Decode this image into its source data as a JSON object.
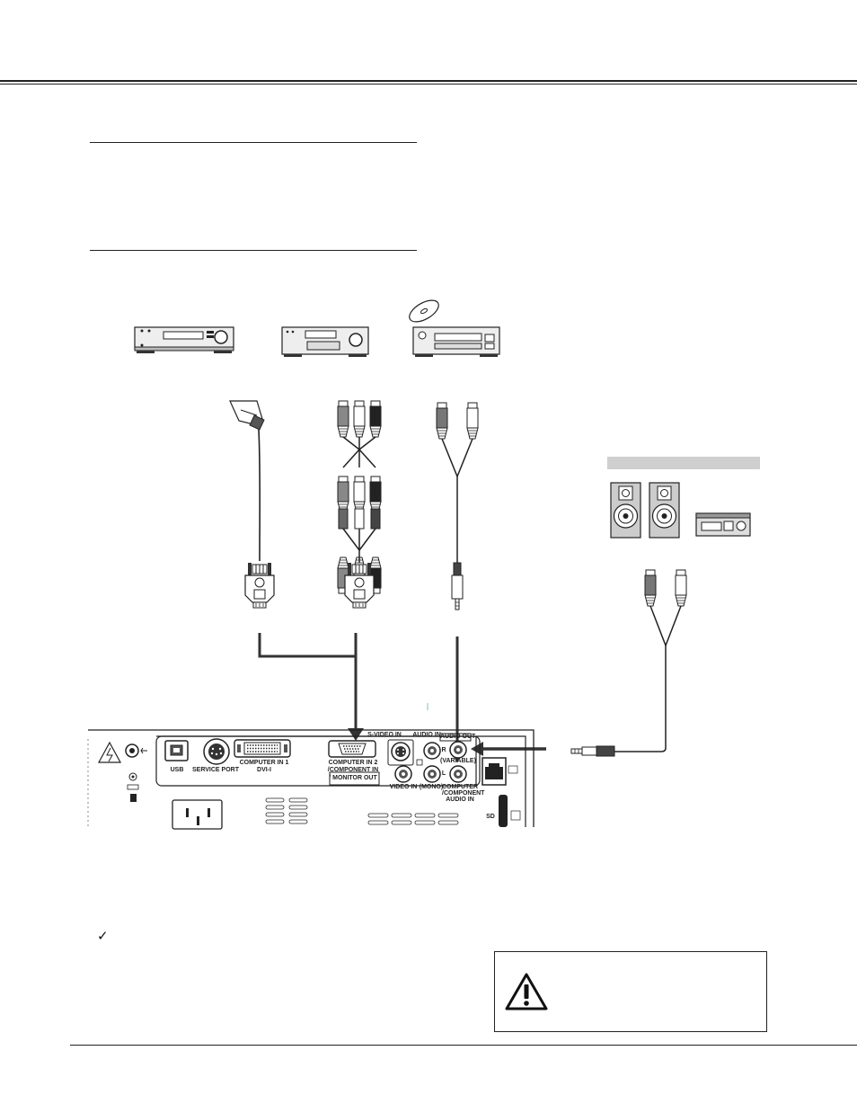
{
  "page": {
    "check_symbol": "✓"
  },
  "rear_panel": {
    "usb": "USB",
    "service_port": "SERVICE PORT",
    "computer_in_1_line1": "COMPUTER IN 1",
    "computer_in_1_line2": "DVI-I",
    "computer_in_2_line1": "COMPUTER IN 2",
    "computer_in_2_line2": "/COMPONENT IN",
    "monitor_out": "/ MONITOR OUT",
    "s_video_in": "S-VIDEO IN",
    "audio_in": "AUDIO IN",
    "audio_out": "AUDIO OUT",
    "variable": "(VARIABLE)",
    "r": "R",
    "l": "L",
    "mono": "(MONO)",
    "video_in": "VIDEO IN",
    "computer_audio_line1": "COMPUTER",
    "computer_audio_line2": "/COMPONENT",
    "computer_audio_line3": "AUDIO IN",
    "sd": "SD"
  },
  "icons": {
    "caution": "warning-triangle-icon",
    "cd": "cd-disc-icon",
    "speaker": "speaker-icon",
    "amplifier": "amplifier-icon",
    "electric_hazard": "electric-hazard-icon",
    "lock": "kensington-lock-icon"
  },
  "colors": {
    "line": "#222222",
    "device_fill": "#eeeeee",
    "speaker_fill": "#cccccc",
    "label_bar": "#cfcfcf",
    "plug_dark": "#555555"
  }
}
